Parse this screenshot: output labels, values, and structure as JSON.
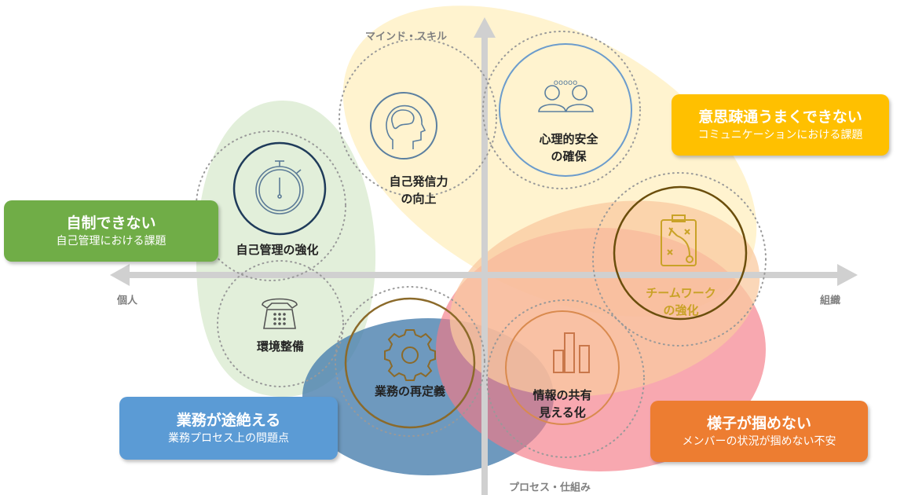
{
  "axes": {
    "top": "マインド・スキル",
    "bottom": "プロセス・仕組み",
    "left": "個人",
    "right": "組織"
  },
  "nodes": {
    "self_management": "自己管理の強化",
    "self_expression": [
      "自己発信力",
      "の向上"
    ],
    "psych_safety": [
      "心理的安全",
      "の確保"
    ],
    "teamwork": [
      "チームワーク",
      "の強化"
    ],
    "environment": "環境整備",
    "redefine_work": "業務の再定義",
    "info_sharing": [
      "情報の共有",
      "見える化"
    ]
  },
  "issues": {
    "self_control": {
      "title": "自制できない",
      "subtitle": "自己管理における課題",
      "color": "#70ad47"
    },
    "communication": {
      "title": "意思疎通うまくできない",
      "subtitle": "コミュニケーションにおける課題",
      "color": "#ffc000"
    },
    "work_breaks": {
      "title": "業務が途絶える",
      "subtitle": "業務プロセス上の問題点",
      "color": "#5b9bd5"
    },
    "cant_grasp": {
      "title": "様子が掴めない",
      "subtitle": "メンバーの状況が掴めない不安",
      "color": "#ed7d31"
    }
  }
}
